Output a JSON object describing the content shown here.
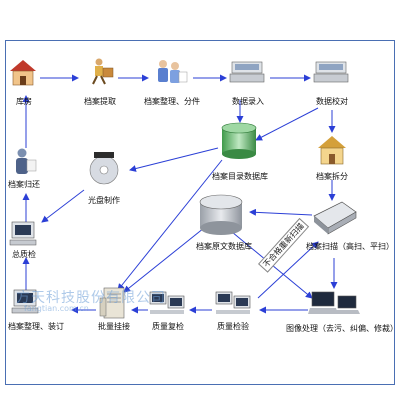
{
  "nodes": {
    "warehouse": "库房",
    "extract": "档案提取",
    "organize": "档案整理、分件",
    "entry": "数据录入",
    "verify": "数据校对",
    "return": "档案归还",
    "disc": "光盘制作",
    "catalog_db": "档案目录数据库",
    "split": "档案拆分",
    "fulltext_db": "档案原文数据库",
    "scan": "档案扫描（高扫、平扫）",
    "total_check": "总质检",
    "rebind": "档案整理、装订",
    "batch_mount": "批量挂接",
    "recheck": "质量复检",
    "qc": "质量检验",
    "image_proc": "图像处理（去污、纠偏、修裁）",
    "reject": "不合格重新扫描"
  },
  "watermark": {
    "company": "方天科技股份有限公司",
    "url": "fangtian.com.cn"
  },
  "colors": {
    "arrow": "#2b3fd6",
    "frame": "#4a6fb3",
    "db_fill": "#cfd3d8"
  }
}
